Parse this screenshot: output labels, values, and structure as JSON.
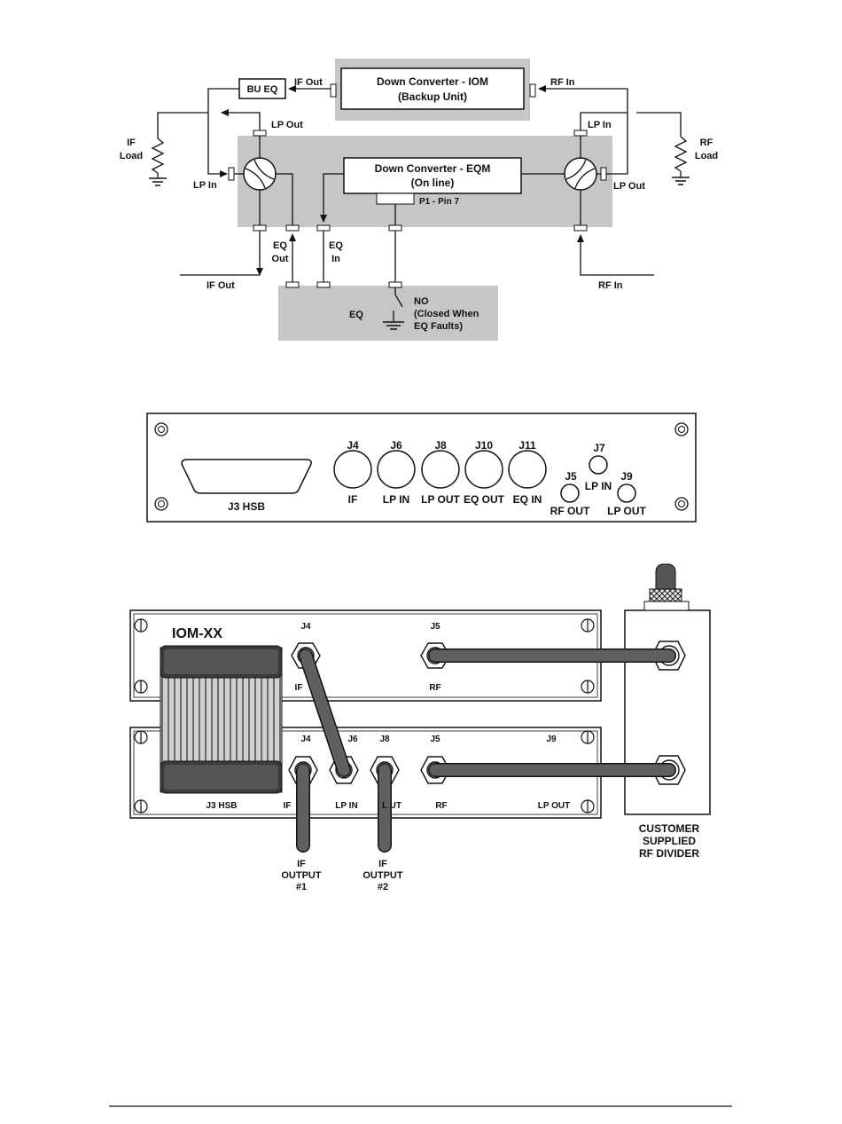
{
  "diagram1": {
    "iom_title": "Down Converter - IOM",
    "iom_sub": "(Backup Unit)",
    "eqm_title": "Down Converter - EQM",
    "eqm_sub": "(On line)",
    "bu_eq": "BU EQ",
    "if_out_top": "IF Out",
    "rf_in_top": "RF In",
    "lp_out_left": "LP Out",
    "lp_in_left": "LP In",
    "lp_in_right": "LP In",
    "lp_out_right": "LP Out",
    "if_load_1": "IF",
    "if_load_2": "Load",
    "rf_load_1": "RF",
    "rf_load_2": "Load",
    "p1_pin7": "P1 - Pin 7",
    "eq_out_1": "EQ",
    "eq_out_2": "Out",
    "eq_in_1": "EQ",
    "eq_in_2": "In",
    "if_out_bottom": "IF Out",
    "rf_in_bottom": "RF In",
    "eq_box": "EQ",
    "no_1": "NO",
    "no_2": "(Closed When",
    "no_3": "EQ Faults)"
  },
  "diagram2": {
    "connectors": [
      {
        "id": "J4",
        "label": "IF"
      },
      {
        "id": "J6",
        "label": "LP IN"
      },
      {
        "id": "J8",
        "label": "LP OUT"
      },
      {
        "id": "J10",
        "label": "EQ OUT"
      },
      {
        "id": "J11",
        "label": "EQ IN"
      }
    ],
    "j3": "J3 HSB",
    "j5_id": "J5",
    "j5_label": "RF OUT",
    "j7_id": "J7",
    "j7_label": "LP IN",
    "j9_id": "J9",
    "j9_label": "LP OUT"
  },
  "diagram3": {
    "iom_xx": "IOM-XX",
    "top_j4": "J4",
    "top_if": "IF",
    "top_j5": "J5",
    "top_rf": "RF",
    "bot_j4": "J4",
    "bot_j6": "J6",
    "bot_j8": "J8",
    "bot_j5": "J5",
    "bot_j9": "J9",
    "bot_j3": "J3 HSB",
    "bot_if": "IF",
    "bot_lpin": "LP IN",
    "bot_lpout_partial": "L  UT",
    "bot_rf": "RF",
    "bot_lpout": "LP OUT",
    "if_output1_1": "IF",
    "if_output1_2": "OUTPUT",
    "if_output1_3": "#1",
    "if_output2_1": "IF",
    "if_output2_2": "OUTPUT",
    "if_output2_3": "#2",
    "customer_1": "CUSTOMER",
    "customer_2": "SUPPLIED",
    "customer_3": "RF DIVIDER"
  }
}
